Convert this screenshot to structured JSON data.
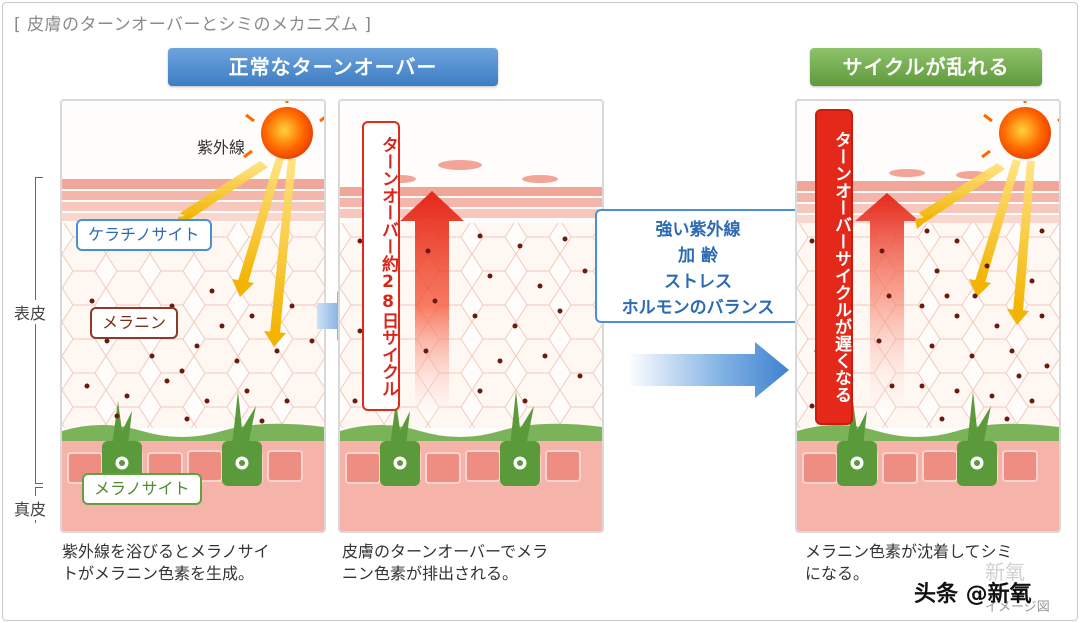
{
  "title": "[ 皮膚のターンオーバーとシミのメカニズム ]",
  "headers": {
    "normal": "正常なターンオーバー",
    "disrupted": "サイクルが乱れる"
  },
  "side_labels": {
    "epidermis": "表皮",
    "dermis": "真皮"
  },
  "panel1": {
    "uv_label": "紫外線",
    "keratinocyte_label": "ケラチノサイト",
    "melanin_label": "メラニン",
    "melanocyte_label": "メラノサイト"
  },
  "panel2": {
    "cycle_tag": "ターンオーバー約28日サイクル"
  },
  "panel3": {
    "slow_tag": "ターンオーバーサイクルが遅くなる"
  },
  "factors": [
    "強い紫外線",
    "加 齢",
    "ストレス",
    "ホルモンのバランス"
  ],
  "captions": {
    "p1_line1": "紫外線を浴びるとメラノサイ",
    "p1_line2": "トがメラニン色素を生成。",
    "p2_line1": "皮膚のターンオーバーでメラ",
    "p2_line2": "ニン色素が排出される。",
    "p3_line1": "メラニン色素が沈着してシミ",
    "p3_line2": "になる。"
  },
  "image_note": "イメージ図",
  "watermark_main": "头条 @新氧",
  "watermark_faint": "新氧",
  "colors": {
    "blue_header": "#3e7dc4",
    "green_header": "#5f9a3c",
    "arrow_red": "#e4291b",
    "melanin": "#6b1a10",
    "melanocyte": "#5a9a3a",
    "dermis": "#f4a8a0"
  }
}
